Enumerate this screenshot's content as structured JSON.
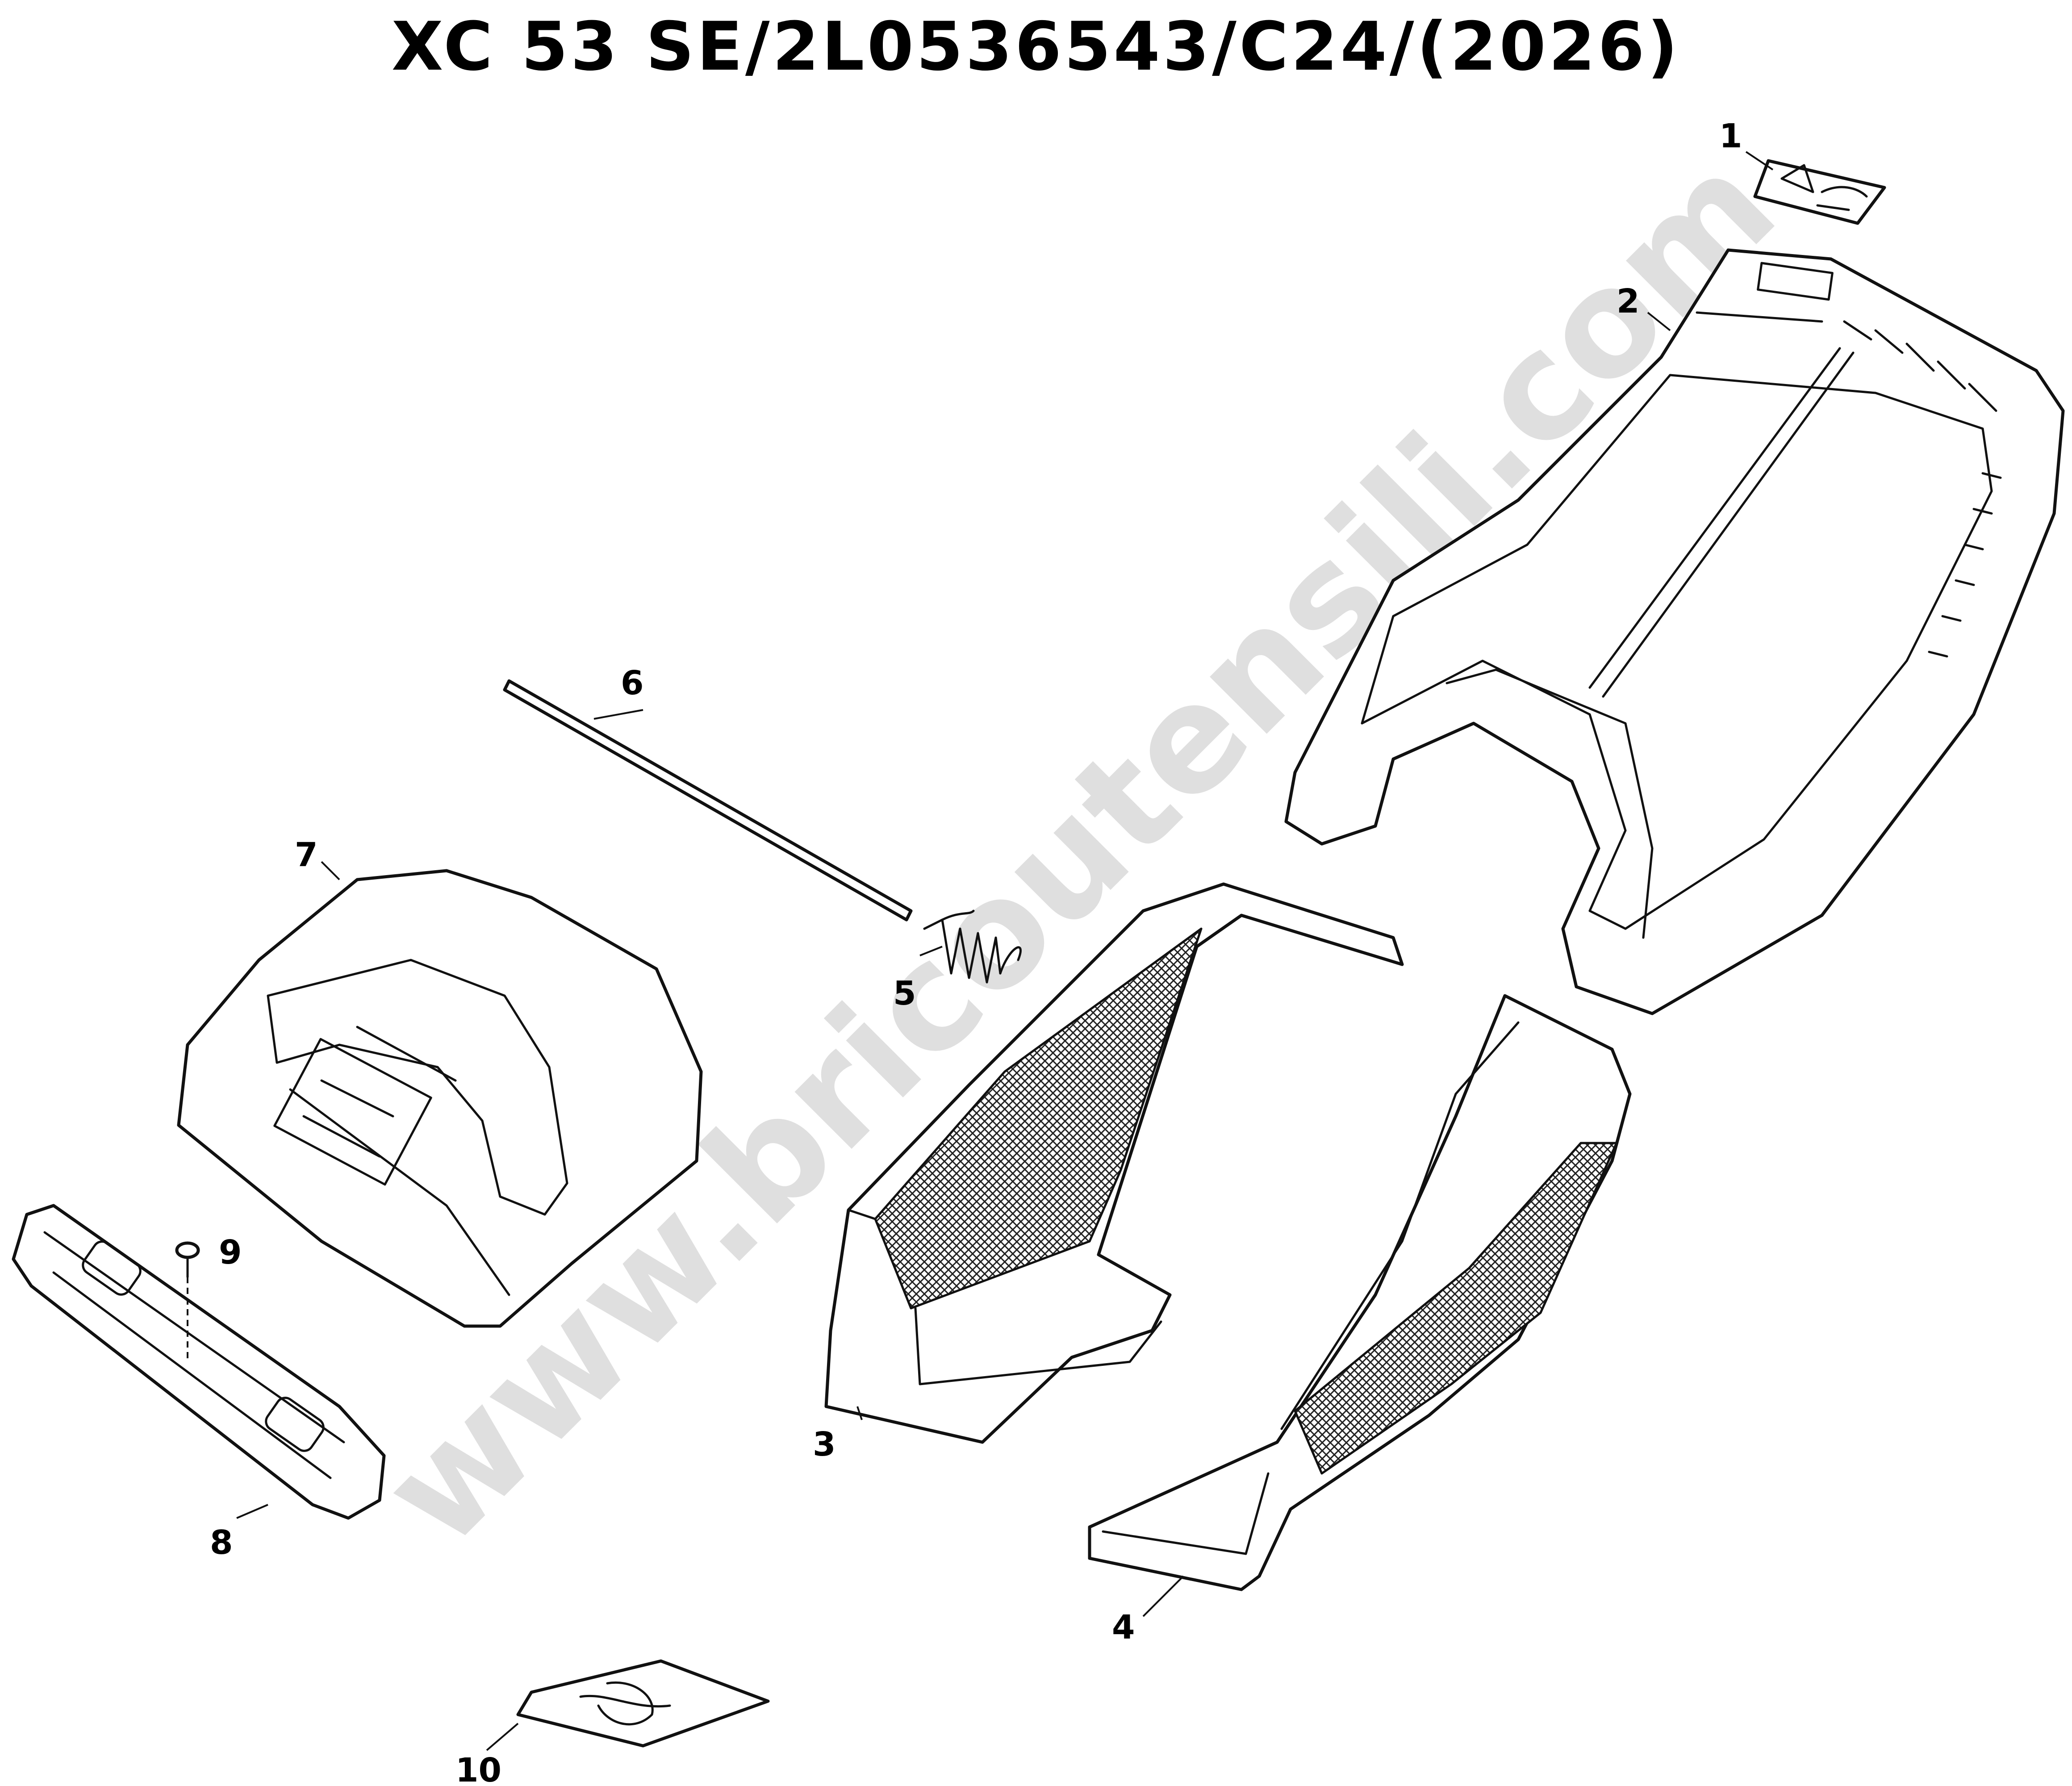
{
  "title": "XC 53 SE/2L0536543/C24/(2026)",
  "watermark": "www.bricoutensili.com",
  "callouts": {
    "c1": "1",
    "c2": "2",
    "c3": "3",
    "c4": "4",
    "c5": "5",
    "c6": "6",
    "c7": "7",
    "c8": "8",
    "c9": "9",
    "c10": "10"
  }
}
